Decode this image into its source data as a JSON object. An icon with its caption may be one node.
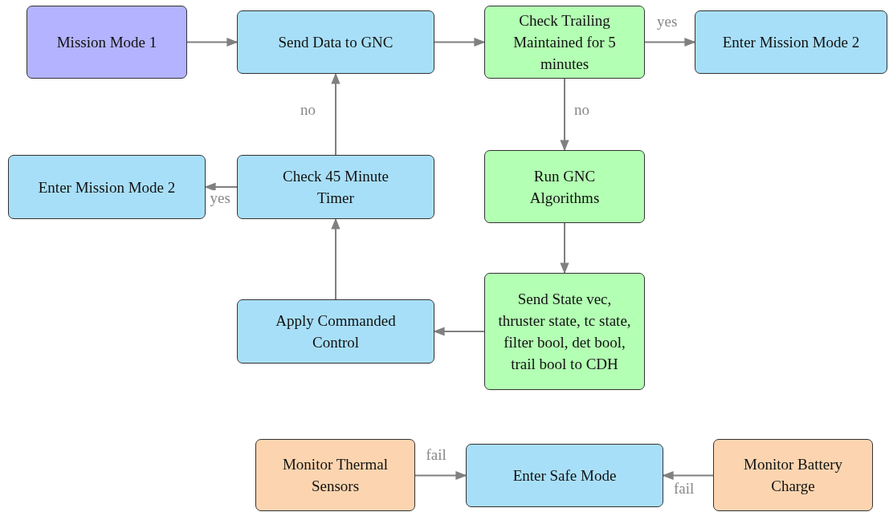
{
  "diagram": {
    "nodes": [
      {
        "text": [
          "Mission Mode 1"
        ]
      },
      {
        "text": [
          "Send Data to GNC"
        ]
      },
      {
        "text": [
          "Check Trailing Maintained for 5 minutes"
        ]
      },
      {
        "text": [
          "Enter Mission Mode 2"
        ]
      },
      {
        "text": [
          "Enter Mission Mode 2"
        ]
      },
      {
        "text": [
          "Check 45 Minute Timer"
        ]
      },
      {
        "text": [
          "Run GNC Algorithms"
        ]
      },
      {
        "text": [
          "Apply Commanded Control"
        ]
      },
      {
        "text": [
          "Send State vec, thruster state, tc state, filter bool, det bool, trail bool to CDH"
        ]
      },
      {
        "text": [
          "Monitor Thermal Sensors"
        ]
      },
      {
        "text": [
          "Enter Safe Mode"
        ]
      },
      {
        "text": [
          "Monitor Battery Charge"
        ]
      }
    ],
    "edges": [
      {
        "from": 0,
        "to": 1,
        "arrow": "to"
      },
      {
        "from": 1,
        "to": 2,
        "arrow": "to"
      },
      {
        "from": 2,
        "to": 3,
        "arrow": "to",
        "label": "yes"
      },
      {
        "from": 2,
        "to": 6,
        "arrow": "to",
        "label": "no"
      },
      {
        "from": 6,
        "to": 8,
        "arrow": "to"
      },
      {
        "from": 8,
        "to": 7,
        "arrow": "to"
      },
      {
        "from": 7,
        "to": 5,
        "arrow": "to"
      },
      {
        "from": 5,
        "to": 4,
        "arrow": "to",
        "label": "yes"
      },
      {
        "from": 5,
        "to": 1,
        "arrow": "to",
        "label": "no"
      },
      {
        "from": 9,
        "to": 10,
        "arrow": "to",
        "label": "fail"
      },
      {
        "from": 11,
        "to": 10,
        "arrow": "to",
        "label": "fail"
      }
    ]
  }
}
